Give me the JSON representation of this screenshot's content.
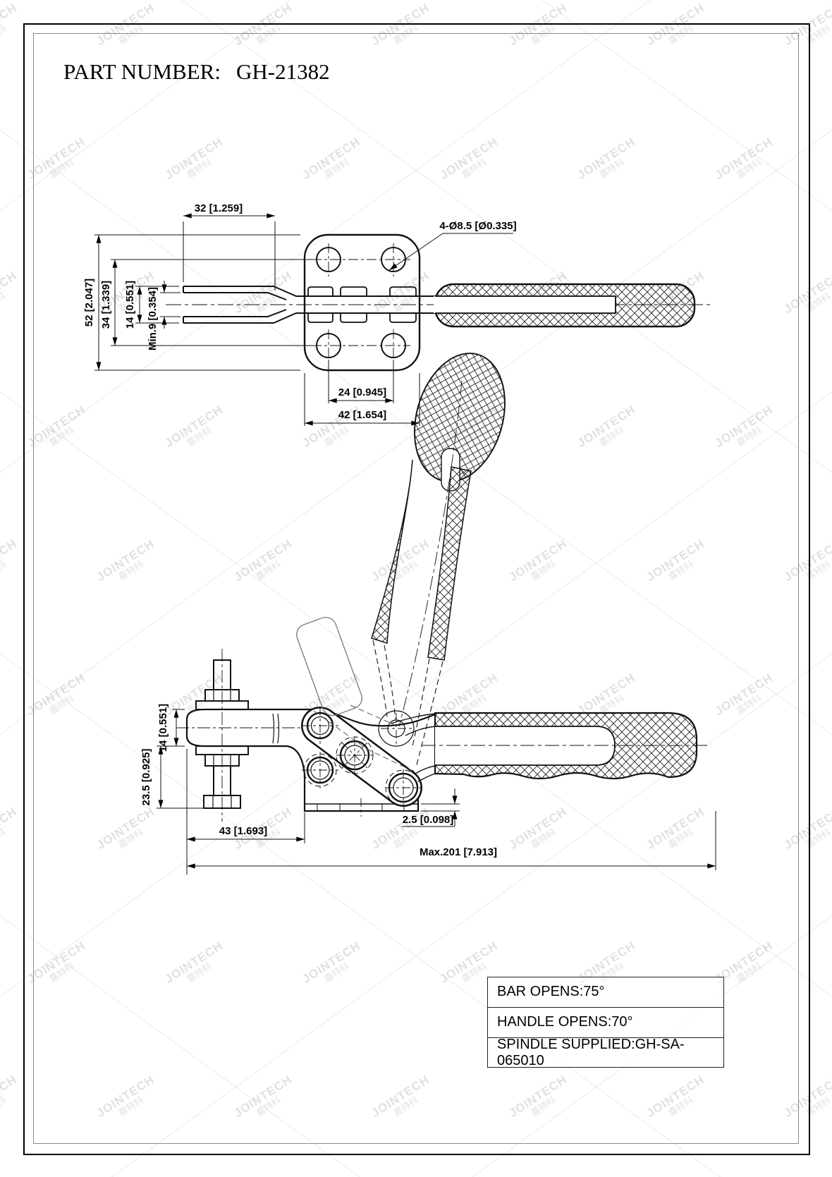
{
  "page": {
    "title_label": "PART NUMBER:",
    "title_value": "GH-21382"
  },
  "watermark": {
    "latin": "JOINTECH",
    "cjk": "嘉特科"
  },
  "views": {
    "top": {
      "dims": {
        "width_32": "32 [1.259]",
        "hole_callout": "4-Ø8.5 [Ø0.335]",
        "height_52": "52 [2.047]",
        "hole_span_34": "34 [1.339]",
        "bar_14": "14 [0.551]",
        "min_9": "Min.9 [0.354]",
        "hole_pitch_24": "24 [0.945]",
        "plate_42": "42 [1.654]"
      }
    },
    "side": {
      "dims": {
        "bar_14": "14 [0.551]",
        "spindle_23_5": "23.5 [0.925]",
        "base_43": "43 [1.693]",
        "base_thickness_2_5": "2.5 [0.098]",
        "max_201": "Max.201 [7.913]"
      }
    }
  },
  "spec_table": {
    "rows": [
      {
        "text": "BAR OPENS:75°"
      },
      {
        "text": "HANDLE OPENS:70°"
      },
      {
        "text": "SPINDLE SUPPLIED:GH-SA-065010"
      }
    ]
  }
}
